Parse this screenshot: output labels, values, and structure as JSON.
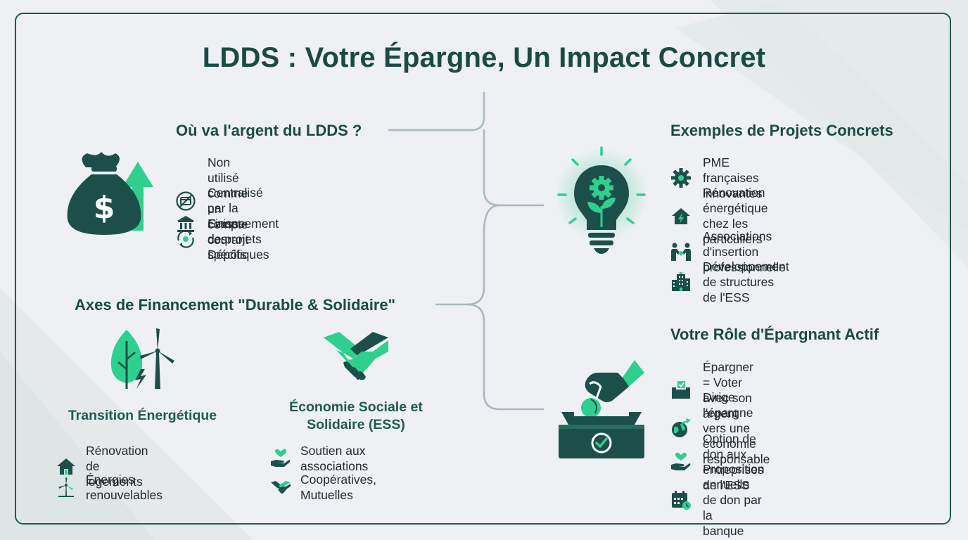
{
  "title": "LDDS : Votre Épargne, Un Impact Concret",
  "colors": {
    "dark_teal": "#1d4f4a",
    "accent_green": "#2fcf8f",
    "frame": "#1d5c52",
    "background": "#eef0f3"
  },
  "where_money": {
    "heading": "Où va l'argent du LDDS ?",
    "icon": "money-bag-arrow-up-icon",
    "items": [
      {
        "icon": "no-card-icon",
        "text": "Non utilisé comme un compte courant"
      },
      {
        "icon": "bank-building-icon",
        "text": "Centralisé par la Caisse des Dépôts"
      },
      {
        "icon": "project-gear-cycle-icon",
        "text": "Financement de projets spécifiques"
      }
    ]
  },
  "axes": {
    "heading": "Axes de Financement \"Durable & Solidaire\"",
    "energy": {
      "icon": "leaf-wind-turbine-icon",
      "label": "Transition Énergétique",
      "items": [
        {
          "icon": "house-icon",
          "text": "Rénovation de logements"
        },
        {
          "icon": "wind-turbine-icon",
          "text": "Énergies renouvelables"
        }
      ]
    },
    "ess": {
      "icon": "handshake-icon",
      "label_line1": "Économie Sociale et",
      "label_line2": "Solidaire (ESS)",
      "items": [
        {
          "icon": "hand-heart-icon",
          "text": "Soutien aux associations"
        },
        {
          "icon": "handshake-small-icon",
          "text": "Coopératives, Mutuelles"
        }
      ]
    }
  },
  "examples": {
    "heading": "Exemples de Projets Concrets",
    "icon": "lightbulb-gear-plant-icon",
    "items": [
      {
        "icon": "gear-icon",
        "text": "PME françaises innovantes"
      },
      {
        "icon": "house-lightning-icon",
        "text_line1": "Rénovation énergétique chez les",
        "text_line2": "particuliers"
      },
      {
        "icon": "people-handshake-icon",
        "text": "Associations d'insertion professionnelle"
      },
      {
        "icon": "buildings-icon",
        "text": "Développement de structures de l'ESS"
      }
    ]
  },
  "role": {
    "heading": "Votre Rôle d'Épargnant Actif",
    "icon": "ballot-box-hand-icon",
    "items": [
      {
        "icon": "ballot-vote-icon",
        "text": "Épargner = Voter avec son argent"
      },
      {
        "icon": "globe-arrow-icon",
        "text_line1": "Dirige l'épargne vers une économie",
        "text_line2": "responsable"
      },
      {
        "icon": "hand-heart-icon",
        "text": "Option de don aux entreprises de l'ESS"
      },
      {
        "icon": "calendar-clock-icon",
        "text_line1": "Proposition annuelle de don par la",
        "text_line2": "banque"
      }
    ]
  }
}
